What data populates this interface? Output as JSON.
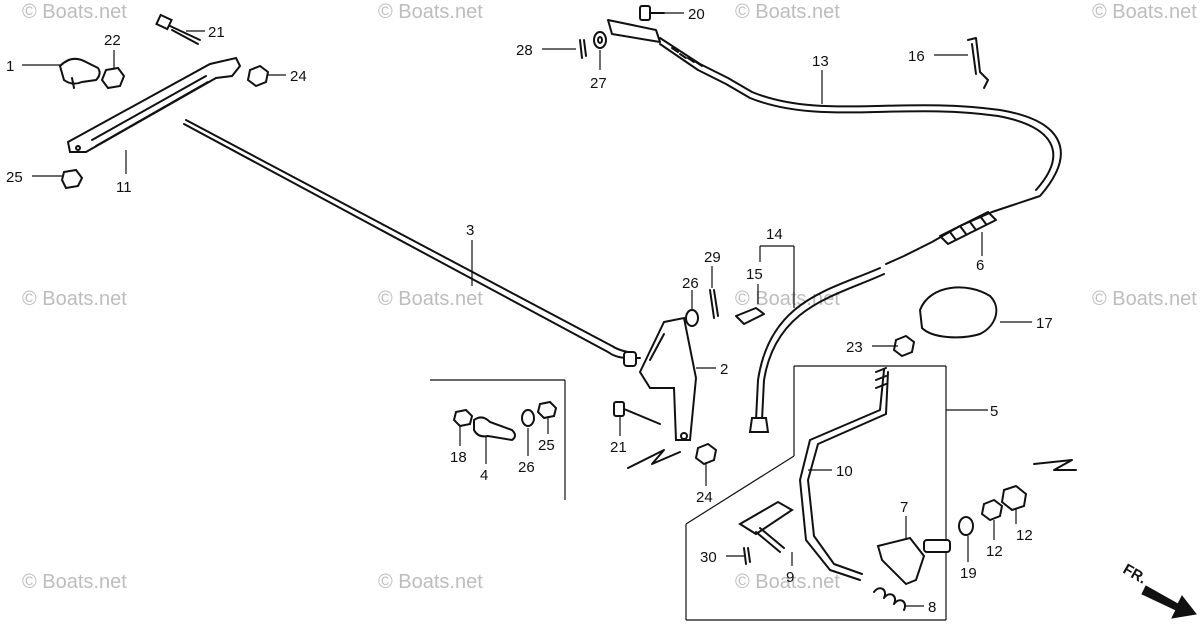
{
  "watermark_text": "© Boats.net",
  "callouts": [
    {
      "id": "c1",
      "text": "1"
    },
    {
      "id": "c22",
      "text": "22"
    },
    {
      "id": "c21a",
      "text": "21"
    },
    {
      "id": "c24a",
      "text": "24"
    },
    {
      "id": "c25a",
      "text": "25"
    },
    {
      "id": "c11",
      "text": "11"
    },
    {
      "id": "c3",
      "text": "3"
    },
    {
      "id": "c28",
      "text": "28"
    },
    {
      "id": "c27",
      "text": "27"
    },
    {
      "id": "c20",
      "text": "20"
    },
    {
      "id": "c13",
      "text": "13"
    },
    {
      "id": "c16",
      "text": "16"
    },
    {
      "id": "c14",
      "text": "14"
    },
    {
      "id": "c15",
      "text": "15"
    },
    {
      "id": "c6",
      "text": "6"
    },
    {
      "id": "c17",
      "text": "17"
    },
    {
      "id": "c23",
      "text": "23"
    },
    {
      "id": "c26a",
      "text": "26"
    },
    {
      "id": "c29",
      "text": "29"
    },
    {
      "id": "c2",
      "text": "2"
    },
    {
      "id": "c5",
      "text": "5"
    },
    {
      "id": "c10",
      "text": "10"
    },
    {
      "id": "c18",
      "text": "18"
    },
    {
      "id": "c4",
      "text": "4"
    },
    {
      "id": "c26b",
      "text": "26"
    },
    {
      "id": "c25b",
      "text": "25"
    },
    {
      "id": "c21b",
      "text": "21"
    },
    {
      "id": "c24b",
      "text": "24"
    },
    {
      "id": "c7",
      "text": "7"
    },
    {
      "id": "c12a",
      "text": "12"
    },
    {
      "id": "c12b",
      "text": "12"
    },
    {
      "id": "c19",
      "text": "19"
    },
    {
      "id": "c30",
      "text": "30"
    },
    {
      "id": "c9",
      "text": "9"
    },
    {
      "id": "c8",
      "text": "8"
    }
  ],
  "direction_label": "FR."
}
